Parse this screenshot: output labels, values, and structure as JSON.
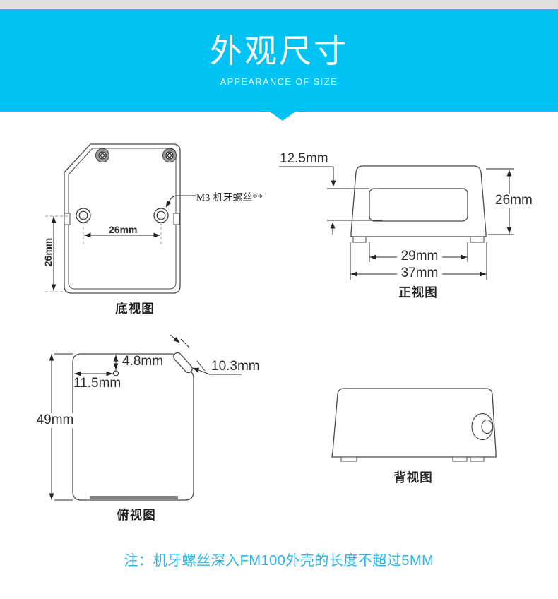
{
  "header": {
    "title": "外观尺寸",
    "subtitle": "APPEARANCE OF SIZE"
  },
  "views": {
    "bottom": {
      "caption": "底视图",
      "hole_spacing": "26mm",
      "hole_offset": "26mm",
      "screw_label": "M3 机牙螺丝**"
    },
    "front": {
      "caption": "正视图",
      "window_top_offset": "12.5mm",
      "body_height": "26mm",
      "window_width": "29mm",
      "body_width": "37mm"
    },
    "top": {
      "caption": "俯视图",
      "hole_from_top": "4.8mm",
      "hole_from_left": "11.5mm",
      "body_depth": "49mm",
      "chamfer_width": "10.3mm"
    },
    "back": {
      "caption": "背视图"
    }
  },
  "note": "注：机牙螺丝深入FM100外壳的长度不超过5MM",
  "colors": {
    "accent_band": "#00c2f3",
    "note_text": "#2bb5e8",
    "line_work": "#3a3a3a"
  }
}
